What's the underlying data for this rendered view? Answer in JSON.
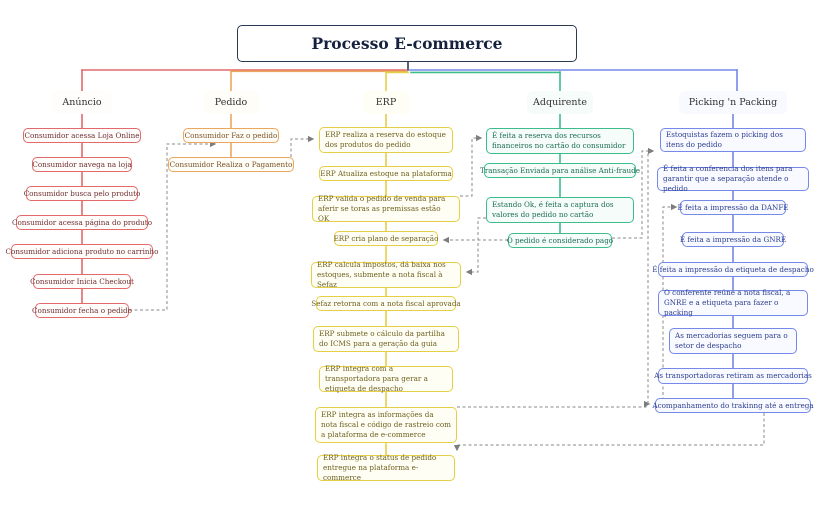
{
  "title": "Processo E-commerce",
  "lanes": [
    {
      "name": "Anúncio",
      "color": "#e36a6a",
      "nodes": [
        "Consumidor acessa Loja Online",
        "Consumidor navega na loja",
        "Consumidor busca pelo produto",
        "Consumidor acessa página do produto",
        "Consumidor adiciona produto no carrinho",
        "Consumidor Inicia Checkout",
        "Consumidor fecha o pedido"
      ]
    },
    {
      "name": "Pedido",
      "color": "#eda65e",
      "nodes": [
        "Consumidor Faz o pedido",
        "Consumidor Realiza o Pagamento"
      ]
    },
    {
      "name": "ERP",
      "color": "#e4cf46",
      "nodes": [
        "ERP realiza a reserva do estoque dos produtos do pedido",
        "ERP Atualiza estoque na plataforma",
        "ERP valida o pedido de venda para aferir se toras as premissas estão OK",
        "ERP cria plano de separação",
        "ERP calcula impostos, dá baixa nos estoques, submente a nota fiscal à Sefaz",
        "Sefaz retorna com a nota fiscal aprovada",
        "ERP submete o cálculo da partilha do ICMS para a geração da guia",
        "ERP integra com a transportadora para gerar a etiqueta de despacho",
        "ERP integra as informações da nota fiscal e código de rastreio com a plataforma de e-commerce",
        "ERP integra o status de pedido entregue na plataforma e-commerce"
      ]
    },
    {
      "name": "Adquirente",
      "color": "#3dbd8c",
      "nodes": [
        "É feita a reserva dos recursos financeiros no cartão do consumidor",
        "Transação Enviada para análise Anti-fraude",
        "Estando Ok, é feita a captura dos valores do pedido no cartão",
        "O pedido é considerado pago"
      ]
    },
    {
      "name": "Picking 'n Packing",
      "color": "#7589e8",
      "nodes": [
        "Estoquistas fazem o picking dos itens do pedido",
        "É feita a conferencia dos itens para garantir que a separação atende o pedido",
        "É feita a impressão da DANFE",
        "É feita a impressão da GNRE",
        "É feita a impressão da etiqueta de despacho",
        "O conferente reúne a nota fiscal, a GNRE e a etiqueta para fazer o packing",
        "As mercadorias seguem para o setor de despacho",
        "As transportadoras retiram as mercadorias",
        "Acompanhamento do trakinng até a entrega"
      ]
    }
  ],
  "connectors": [
    {
      "from": "Consumidor fecha o pedido",
      "to": "Consumidor Faz o pedido"
    },
    {
      "from": "Consumidor Realiza o Pagamento",
      "to": "ERP realiza a reserva do estoque dos produtos do pedido"
    },
    {
      "from": "ERP valida o pedido de venda para aferir se toras as premissas estão OK",
      "to": "É feita a reserva dos recursos financeiros no cartão do consumidor"
    },
    {
      "from": "O pedido é considerado pago",
      "to": "ERP cria plano de separação"
    },
    {
      "from": "Estando Ok, é feita a captura dos valores do pedido no cartão",
      "to": "ERP calcula impostos, dá baixa nos estoques, submente a nota fiscal à Sefaz"
    },
    {
      "from": "O pedido é considerado pago",
      "to": "Estoquistas fazem o picking dos itens do pedido"
    },
    {
      "from": "ERP integra as informações da nota fiscal e código de rastreio com a plataforma de e-commerce",
      "to": "Acompanhamento do trakinng até a entrega"
    },
    {
      "from": "ERP integra as informações da nota fiscal e código de rastreio com a plataforma de e-commerce",
      "to": "É feita a impressão da DANFE"
    },
    {
      "from": "Acompanhamento do trakinng até a entrega",
      "to": "ERP integra o status de pedido entregue na plataforma e-commerce"
    }
  ]
}
